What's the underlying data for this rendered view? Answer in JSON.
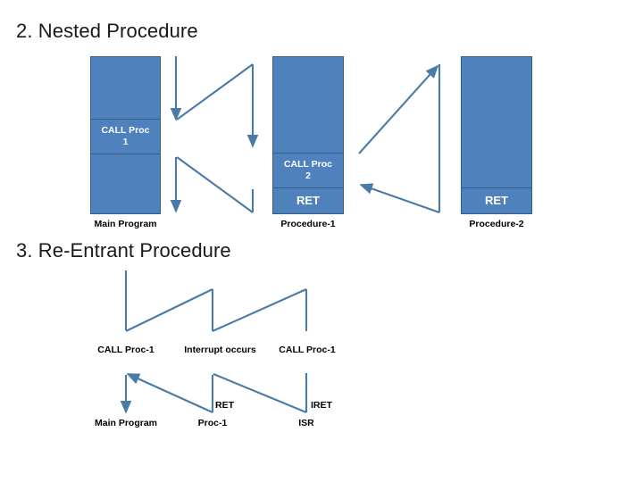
{
  "slide": {
    "background": "#ffffff",
    "accent_fill": "#4f81bd",
    "accent_stroke": "#385d8a",
    "arrow_color": "#4a7ba7"
  },
  "section_nested": {
    "title": "2. Nested Procedure",
    "boxes": [
      {
        "name": "main-program",
        "caption": "Main Program",
        "segments": [
          {
            "label": "",
            "kind": "blank"
          },
          {
            "label": "CALL Proc\n1",
            "kind": "call"
          },
          {
            "label": "",
            "kind": "blank"
          }
        ]
      },
      {
        "name": "procedure-1",
        "caption": "Procedure-1",
        "segments": [
          {
            "label": "",
            "kind": "blank"
          },
          {
            "label": "CALL Proc\n2",
            "kind": "call"
          },
          {
            "label": "RET",
            "kind": "ret"
          }
        ]
      },
      {
        "name": "procedure-2",
        "caption": "Procedure-2",
        "segments": [
          {
            "label": "",
            "kind": "blank"
          },
          {
            "label": "RET",
            "kind": "ret"
          }
        ]
      }
    ]
  },
  "section_reentrant": {
    "title": "3. Re-Entrant Procedure",
    "upper_labels": [
      "CALL Proc-1",
      "Interrupt occurs",
      "CALL Proc-1"
    ],
    "return_labels": [
      "RET",
      "IRET"
    ],
    "lower_labels": [
      "Main Program",
      "Proc-1",
      "ISR"
    ]
  }
}
